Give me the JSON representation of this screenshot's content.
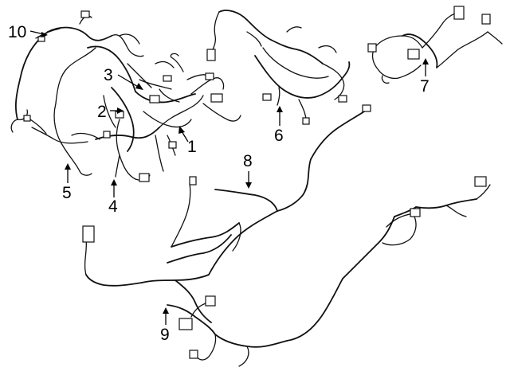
{
  "diagram": {
    "callouts": [
      {
        "id": "10",
        "label": "10"
      },
      {
        "id": "3",
        "label": "3"
      },
      {
        "id": "2",
        "label": "2"
      },
      {
        "id": "1",
        "label": "1"
      },
      {
        "id": "5",
        "label": "5"
      },
      {
        "id": "4",
        "label": "4"
      },
      {
        "id": "6",
        "label": "6"
      },
      {
        "id": "7",
        "label": "7"
      },
      {
        "id": "8",
        "label": "8"
      },
      {
        "id": "9",
        "label": "9"
      }
    ],
    "line_color": "#111111",
    "background": "#ffffff"
  }
}
